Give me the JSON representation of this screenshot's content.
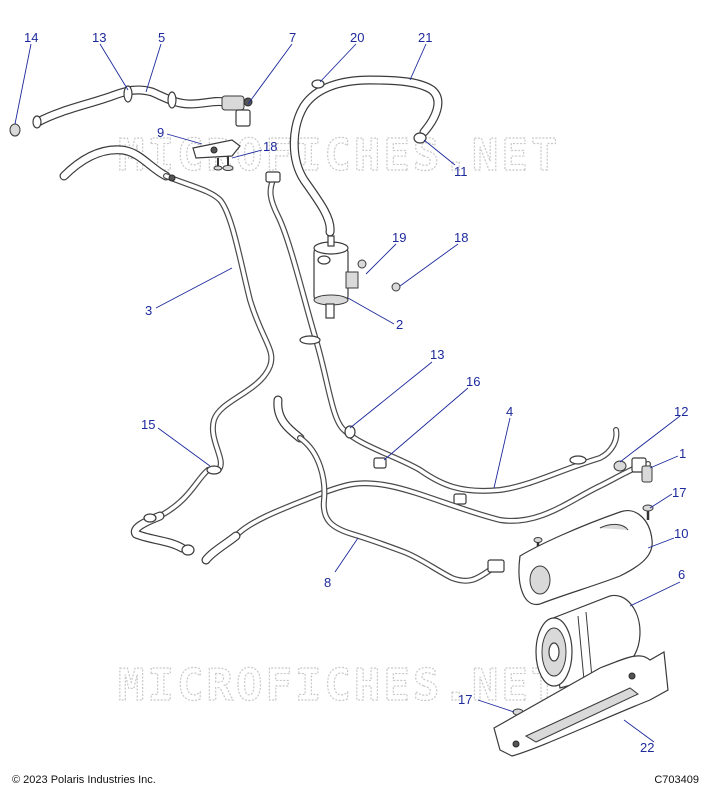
{
  "watermark": {
    "top": "MICROFICHES.NET",
    "bottom": "MICROFICHES.NET"
  },
  "callouts": [
    {
      "id": "c14",
      "label": "14"
    },
    {
      "id": "c13a",
      "label": "13"
    },
    {
      "id": "c5",
      "label": "5"
    },
    {
      "id": "c7",
      "label": "7"
    },
    {
      "id": "c20",
      "label": "20"
    },
    {
      "id": "c21",
      "label": "21"
    },
    {
      "id": "c9",
      "label": "9"
    },
    {
      "id": "c18a",
      "label": "18"
    },
    {
      "id": "c11",
      "label": "11"
    },
    {
      "id": "c19",
      "label": "19"
    },
    {
      "id": "c18b",
      "label": "18"
    },
    {
      "id": "c3",
      "label": "3"
    },
    {
      "id": "c2",
      "label": "2"
    },
    {
      "id": "c13b",
      "label": "13"
    },
    {
      "id": "c16",
      "label": "16"
    },
    {
      "id": "c4",
      "label": "4"
    },
    {
      "id": "c12",
      "label": "12"
    },
    {
      "id": "c15",
      "label": "15"
    },
    {
      "id": "c1",
      "label": "1"
    },
    {
      "id": "c17a",
      "label": "17"
    },
    {
      "id": "c10",
      "label": "10"
    },
    {
      "id": "c8",
      "label": "8"
    },
    {
      "id": "c6",
      "label": "6"
    },
    {
      "id": "c17b",
      "label": "17"
    },
    {
      "id": "c22",
      "label": "22"
    }
  ],
  "footer": {
    "copyright": "© 2023 Polaris Industries Inc.",
    "figure_id": "C703409"
  }
}
